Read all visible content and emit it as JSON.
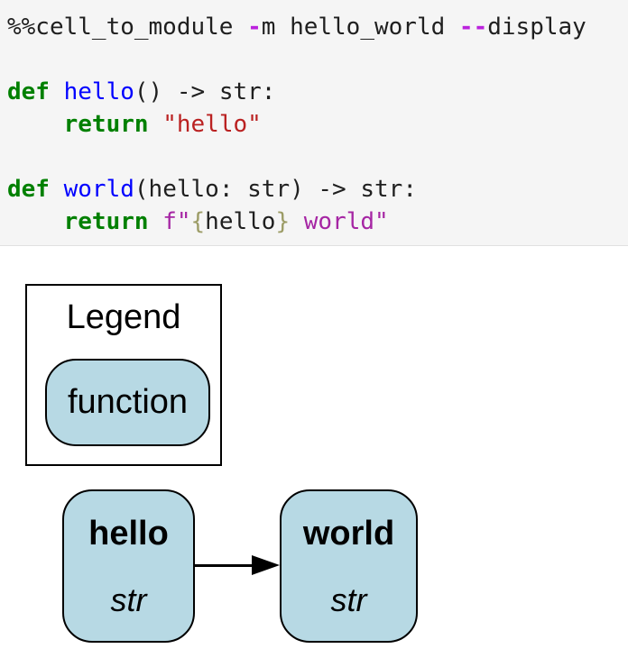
{
  "colors": {
    "code-bg": "#f5f5f5",
    "code-border": "#e0e0e0",
    "plain": "#1f1f1f",
    "kw": "#008000",
    "def": "#0000ff",
    "str": "#ba2121",
    "fstr": "#a626a4",
    "brace": "#9c9c66",
    "op": "#bb22dd",
    "node-fill": "#b7d9e4",
    "node-stroke": "#000000"
  },
  "code_cell": {
    "lines": [
      {
        "tokens": [
          {
            "text": "%%cell_to_module ",
            "type": "plain"
          },
          {
            "text": "-",
            "type": "op"
          },
          {
            "text": "m hello_world ",
            "type": "plain"
          },
          {
            "text": "--",
            "type": "op"
          },
          {
            "text": "display",
            "type": "plain"
          }
        ]
      },
      {
        "tokens": []
      },
      {
        "tokens": [
          {
            "text": "def",
            "type": "kw"
          },
          {
            "text": " ",
            "type": "plain"
          },
          {
            "text": "hello",
            "type": "def"
          },
          {
            "text": "() -> str:",
            "type": "plain"
          }
        ]
      },
      {
        "tokens": [
          {
            "text": "    ",
            "type": "plain"
          },
          {
            "text": "return",
            "type": "kw"
          },
          {
            "text": " ",
            "type": "plain"
          },
          {
            "text": "\"hello\"",
            "type": "str"
          }
        ]
      },
      {
        "tokens": []
      },
      {
        "tokens": [
          {
            "text": "def",
            "type": "kw"
          },
          {
            "text": " ",
            "type": "plain"
          },
          {
            "text": "world",
            "type": "def"
          },
          {
            "text": "(hello: str) -> str:",
            "type": "plain"
          }
        ]
      },
      {
        "tokens": [
          {
            "text": "    ",
            "type": "plain"
          },
          {
            "text": "return",
            "type": "kw"
          },
          {
            "text": " ",
            "type": "plain"
          },
          {
            "text": "f\"",
            "type": "fstr"
          },
          {
            "text": "{",
            "type": "brace"
          },
          {
            "text": "hello",
            "type": "plain"
          },
          {
            "text": "}",
            "type": "brace"
          },
          {
            "text": " world\"",
            "type": "fstr"
          }
        ]
      }
    ]
  },
  "diagram": {
    "legend": {
      "title": "Legend",
      "node_label": "function"
    },
    "nodes": [
      {
        "label": "hello",
        "type": "str"
      },
      {
        "label": "world",
        "type": "str"
      }
    ],
    "edge": {
      "from": "hello",
      "to": "world"
    }
  }
}
